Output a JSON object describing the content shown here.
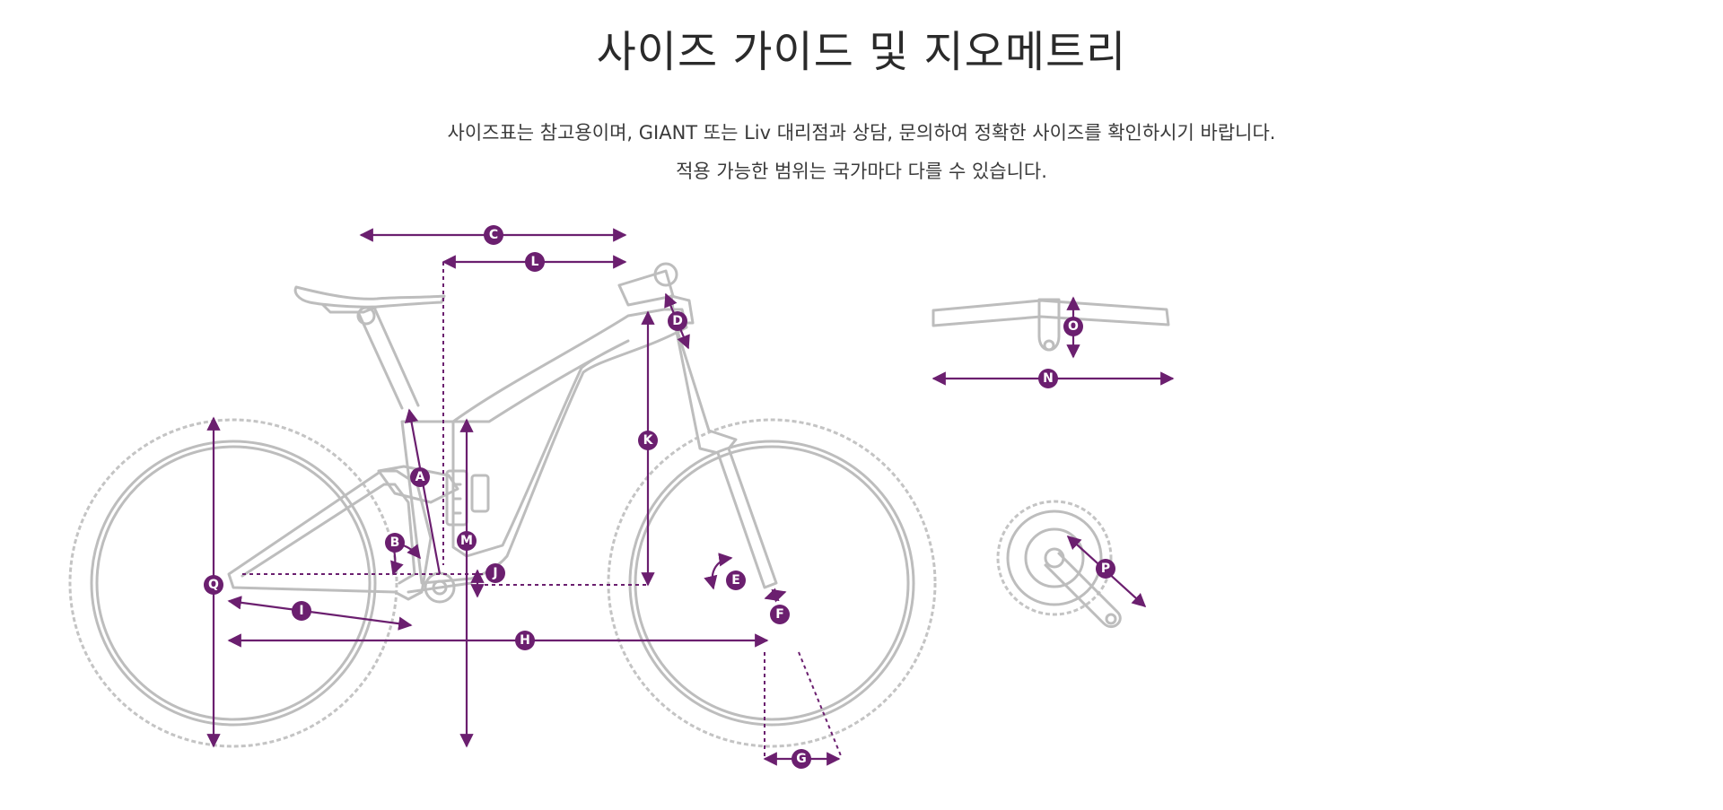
{
  "title": "사이즈 가이드 및 지오메트리",
  "description": {
    "line1": "사이즈표는 참고용이며, GIANT 또는 Liv 대리점과 상담, 문의하여 정확한 사이즈를 확인하시기 바랍니다.",
    "line2": "적용 가능한 범위는 국가마다 다를 수 있습니다."
  },
  "diagram": {
    "accent_color": "#6b1f6f",
    "line_color": "#bdbdbd",
    "labels": {
      "a": "A",
      "b": "B",
      "c": "C",
      "d": "D",
      "e": "E",
      "f": "F",
      "g": "G",
      "h": "H",
      "i": "I",
      "j": "J",
      "k": "K",
      "l": "L",
      "m": "M",
      "n": "N",
      "o": "O",
      "p": "P",
      "q": "Q"
    }
  }
}
